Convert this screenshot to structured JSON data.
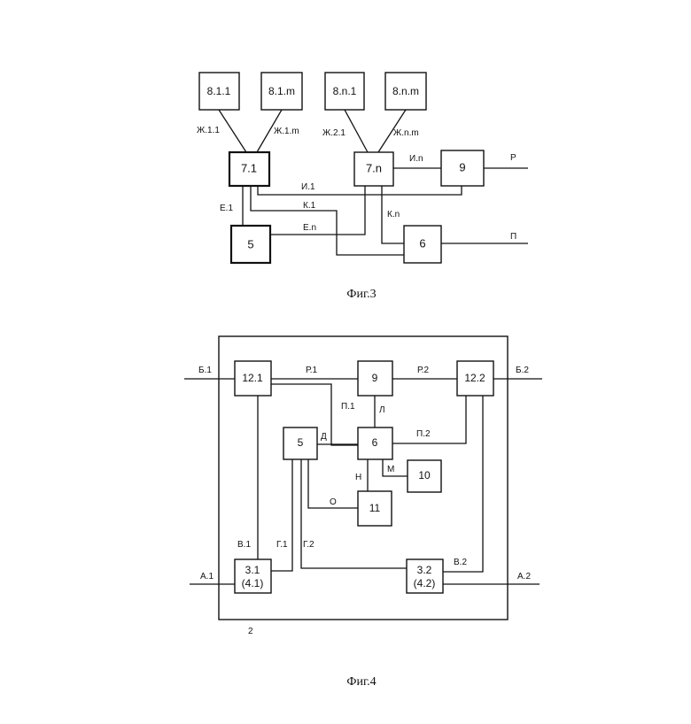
{
  "fig3": {
    "caption": "Фиг.3",
    "blocks": {
      "b811": "8.1.1",
      "b81m": "8.1.m",
      "b8n1": "8.n.1",
      "b8nm": "8.n.m",
      "b71": "7.1",
      "b7n": "7.n",
      "b9": "9",
      "b5": "5",
      "b6": "6"
    },
    "wires": {
      "zh11": "Ж.1.1",
      "zh1m": "Ж.1.m",
      "zh21": "Ж.2.1",
      "zhnm": "Ж.n.m",
      "in": "И.n",
      "i1": "И.1",
      "k1": "К.1",
      "kn": "К.n",
      "e1": "Е.1",
      "en": "Е.n",
      "r": "Р",
      "p": "П"
    }
  },
  "fig4": {
    "caption": "Фиг.4",
    "frame_label": "2",
    "blocks": {
      "b121": "12.1",
      "b122": "12.2",
      "b9": "9",
      "b6": "6",
      "b5": "5",
      "b10": "10",
      "b11": "11",
      "b31_line1": "3.1",
      "b31_line2": "(4.1)",
      "b32_line1": "3.2",
      "b32_line2": "(4.2)"
    },
    "wires": {
      "b1": "Б.1",
      "b2": "Б.2",
      "r1": "Р.1",
      "r2": "Р.2",
      "p1": "П.1",
      "p2": "П.2",
      "l": "Л",
      "d": "Д",
      "m": "М",
      "n": "Н",
      "o": "О",
      "v1": "В.1",
      "v2": "В.2",
      "g1": "Г.1",
      "g2": "Г.2",
      "a1": "А.1",
      "a2": "А.2"
    }
  }
}
